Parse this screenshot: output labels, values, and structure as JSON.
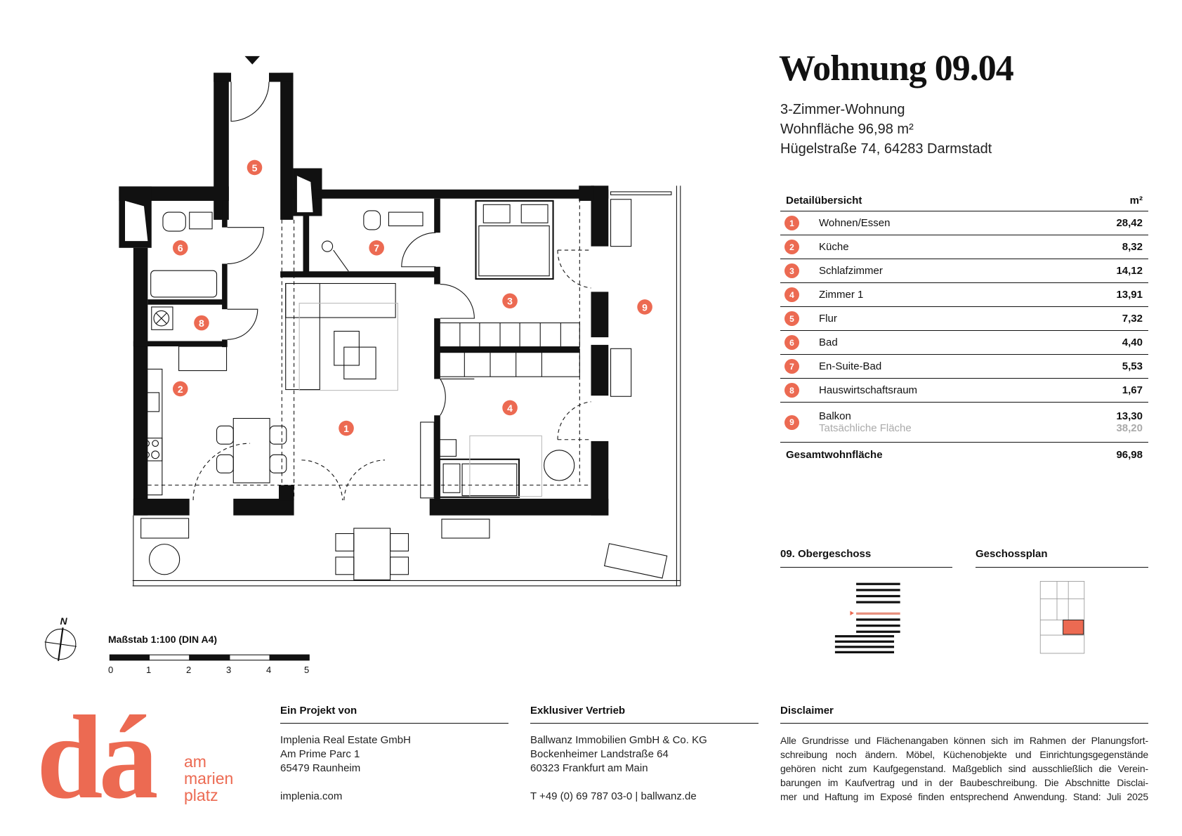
{
  "header": {
    "title": "Wohnung 09.04",
    "type": "3-Zimmer-Wohnung",
    "area": "Wohnfläche 96,98 m²",
    "address": "Hügelstraße 74, 64283 Darmstadt"
  },
  "table": {
    "heading": "Detailübersicht",
    "unit": "m²",
    "rows": [
      {
        "num": "1",
        "label": "Wohnen/Essen",
        "value": "28,42"
      },
      {
        "num": "2",
        "label": "Küche",
        "value": "8,32"
      },
      {
        "num": "3",
        "label": "Schlafzimmer",
        "value": "14,12"
      },
      {
        "num": "4",
        "label": "Zimmer 1",
        "value": "13,91"
      },
      {
        "num": "5",
        "label": "Flur",
        "value": "7,32"
      },
      {
        "num": "6",
        "label": "Bad",
        "value": "4,40"
      },
      {
        "num": "7",
        "label": "En-Suite-Bad",
        "value": "5,53"
      },
      {
        "num": "8",
        "label": "Hauswirtschaftsraum",
        "value": "1,67"
      },
      {
        "num": "9",
        "label": "Balkon",
        "value": "13,30",
        "sub_label": "Tatsächliche Fläche",
        "sub_value": "38,20"
      }
    ],
    "total_label": "Gesamtwohnfläche",
    "total_value": "96,98"
  },
  "floors": {
    "floor_label": "09. Obergeschoss",
    "plan_label": "Geschossplan"
  },
  "scale": {
    "label": "Maßstab 1:100 (DIN A4)",
    "ticks": [
      "0",
      "1",
      "2",
      "3",
      "4",
      "5"
    ],
    "north": "N"
  },
  "logo": {
    "mark": "dá",
    "line1": "am",
    "line2": "marien",
    "line3": "platz"
  },
  "footer": {
    "project": {
      "heading": "Ein Projekt von",
      "lines": [
        "Implenia Real Estate GmbH",
        "Am Prime Parc 1",
        "65479 Raunheim"
      ],
      "web": "implenia.com"
    },
    "sales": {
      "heading": "Exklusiver Vertrieb",
      "lines": [
        "Ballwanz Immobilien GmbH & Co. KG",
        "Bockenheimer Landstraße 64",
        "60323 Frankfurt am Main"
      ],
      "contact": "T +49 (0) 69 787 03-0 | ballwanz.de"
    },
    "disclaimer": {
      "heading": "Disclaimer",
      "lines": [
        "Alle Grundrisse und Flächenangaben können sich im Rahmen der Planungsfort-",
        "schreibung noch ändern. Möbel, Küchenobjekte und Einrichtungsgegenstände",
        "gehören nicht zum Kaufgegenstand. Maßgeblich sind ausschließlich die Verein-",
        "barungen im Kaufvertrag und in der Baubeschreibung. Die Abschnitte Disclai-",
        "mer und Haftung im Exposé finden entsprechend Anwendung. Stand: Juli 2025"
      ]
    }
  },
  "colors": {
    "accent": "#EC6A52",
    "ink": "#111111"
  }
}
